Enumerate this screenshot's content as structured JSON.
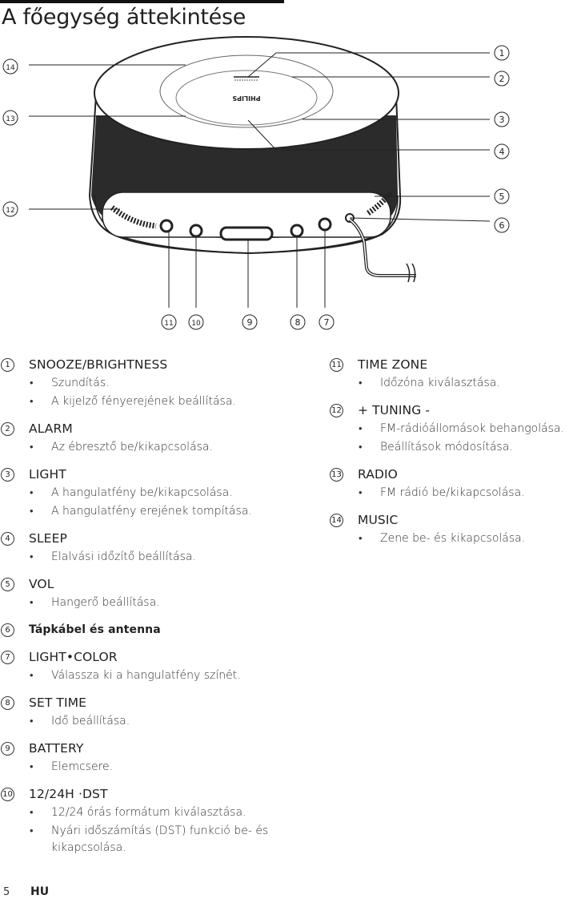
{
  "title": "A főegység áttekintése",
  "callout_numbers": [
    "1",
    "2",
    "3",
    "4",
    "5",
    "6",
    "7",
    "8",
    "9",
    "10",
    "11",
    "12",
    "13",
    "14"
  ],
  "entries_left": [
    {
      "num": "1",
      "label": "SNOOZE/BRIGHTNESS",
      "bullets": [
        "Szundítás.",
        "A kijelző fényerejének beállítása."
      ]
    },
    {
      "num": "2",
      "label": "ALARM",
      "bullets": [
        "Az ébresztő be/kikapcsolása."
      ]
    },
    {
      "num": "3",
      "label": "LIGHT",
      "bullets": [
        "A hangulatfény be/kikapcsolása.",
        "A hangulatfény erejének tompítása."
      ]
    },
    {
      "num": "4",
      "label": "SLEEP",
      "bullets": [
        "Elalvási időzítő beállítása."
      ]
    },
    {
      "num": "5",
      "label": "VOL",
      "bullets": [
        "Hangerő beállítása."
      ]
    },
    {
      "num": "6",
      "label": "Tápkábel és antenna",
      "bold": true,
      "bullets": []
    },
    {
      "num": "7",
      "label": "LIGHT•COLOR",
      "bullets": [
        "Válassza ki a hangulatfény színét."
      ]
    },
    {
      "num": "8",
      "label": "SET TIME",
      "bullets": [
        "Idő beállítása."
      ]
    },
    {
      "num": "9",
      "label": "BATTERY",
      "bullets": [
        "Elemcsere."
      ]
    },
    {
      "num": "10",
      "label": "12/24H ·DST",
      "bullets": [
        "12/24 órás formátum kiválasztása.",
        "Nyári időszámítás (DST) funkció be- és kikapcsolása."
      ]
    }
  ],
  "entries_right": [
    {
      "num": "11",
      "label": "TIME ZONE",
      "bullets": [
        "Időzóna kiválasztása."
      ]
    },
    {
      "num": "12",
      "label": "+ TUNING -",
      "bullets": [
        "FM-rádióállomások behangolása.",
        "Beállítások módosítása."
      ]
    },
    {
      "num": "13",
      "label": "RADIO",
      "bullets": [
        "FM rádió be/kikapcsolása."
      ]
    },
    {
      "num": "14",
      "label": "MUSIC",
      "bullets": [
        "Zene be- és kikapcsolása."
      ]
    }
  ],
  "device_logo": "PHILIPS",
  "footer": {
    "page": "5",
    "lang": "HU"
  }
}
